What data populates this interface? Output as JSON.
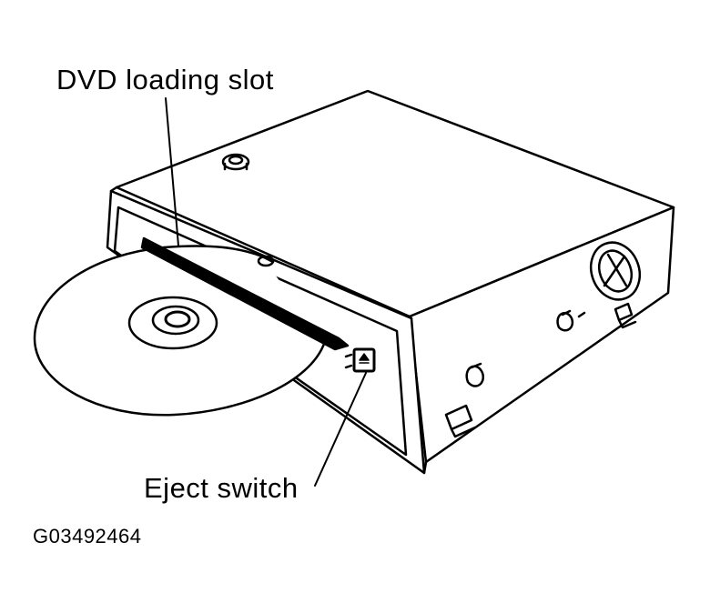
{
  "labels": {
    "loading_slot": "DVD loading slot",
    "eject_switch": "Eject switch",
    "figure_code": "G03492464"
  },
  "colors": {
    "line": "#000000",
    "background": "#ffffff"
  }
}
